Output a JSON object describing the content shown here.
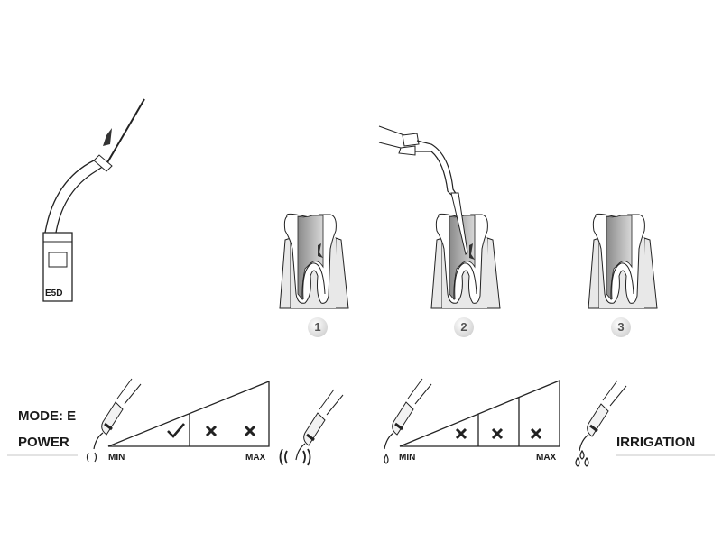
{
  "tip": {
    "model_label": "E5D"
  },
  "steps": [
    {
      "number": "1"
    },
    {
      "number": "2"
    },
    {
      "number": "3"
    }
  ],
  "power_scale": {
    "mode_label": "MODE: E",
    "title": "POWER",
    "min_label": "MIN",
    "max_label": "MAX",
    "levels": [
      "allowed",
      "not-allowed",
      "not-allowed"
    ]
  },
  "irrigation_scale": {
    "title": "IRRIGATION",
    "min_label": "MIN",
    "max_label": "MAX",
    "levels": [
      "not-allowed",
      "not-allowed",
      "not-allowed"
    ]
  },
  "colors": {
    "line": "#1a1a1a",
    "gum": "#e8e8e8",
    "pulp": "#9a9a9a"
  }
}
